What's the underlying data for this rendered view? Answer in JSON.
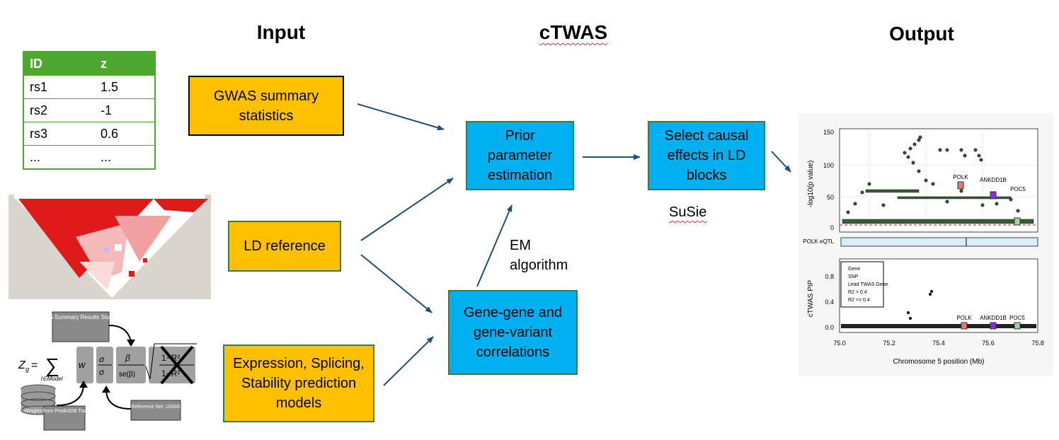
{
  "headings": {
    "input": "Input",
    "ctwas": "cTWAS",
    "output": "Output"
  },
  "table": {
    "headers": [
      "ID",
      "z"
    ],
    "rows": [
      [
        "rs1",
        "1.5"
      ],
      [
        "rs2",
        "-1"
      ],
      [
        "rs3",
        "0.6"
      ],
      [
        "...",
        "..."
      ]
    ]
  },
  "boxes": {
    "gwas": "GWAS summary statistics",
    "ld": "LD reference",
    "models": "Expression, Splicing, Stability prediction models",
    "prior": "Prior parameter estimation",
    "select": "Select causal effects in LD blocks",
    "correlations": "Gene-gene and gene-variant correlations"
  },
  "labels": {
    "em": "EM algorithm",
    "susie": "SuSie"
  },
  "formula_panel": {
    "gwas_box": "GWAS Summary Results Study Set",
    "weights_box": "Weights from PredictDB Training Set",
    "reference_box": "Reference Set: 1000G"
  },
  "output_plot": {
    "top_ylabel": "-log10(p value)",
    "top_yticks": [
      "0",
      "50",
      "100",
      "150"
    ],
    "eqtl_label": "POLK eQTL",
    "bottom_ylabel": "cTWAS PIP",
    "bottom_yticks": [
      "0.0",
      "0.4",
      "0.8"
    ],
    "xlabel": "Chromosome 5 position (Mb)",
    "xticks": [
      "75.0",
      "75.2",
      "75.4",
      "75.6",
      "75.8"
    ],
    "genes": [
      "POLK",
      "ANKDD1B",
      "POC5"
    ],
    "legend": [
      "Gene",
      "SNP",
      "Lead TWAS Gene",
      "R2 > 0.4",
      "R2 <= 0.4"
    ]
  },
  "colors": {
    "gold": "#FFC000",
    "blue": "#00B0F0",
    "table_green": "#4EA72E",
    "arrow": "#1F4E79",
    "ld_red": "#E0191B"
  }
}
